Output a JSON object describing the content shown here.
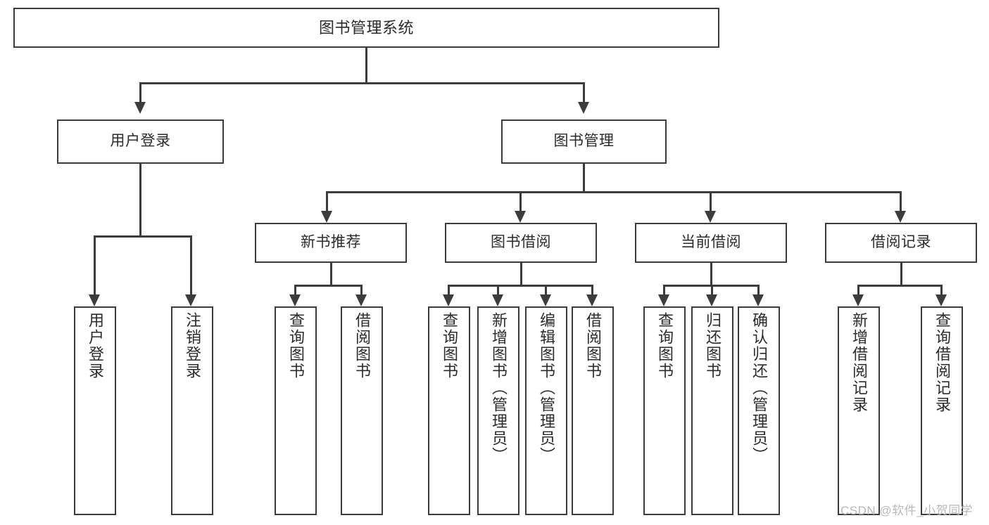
{
  "diagram": {
    "title": "图书管理系统",
    "watermark": "CSDN @软件_小贺同学",
    "colors": {
      "line": "#3c3c3c",
      "box_border": "#3c3c3c",
      "box_fill": "#ffffff",
      "text": "#2b2b2b",
      "watermark": "#b8b8b8",
      "background": "#ffffff"
    },
    "nodes": {
      "root": "图书管理系统",
      "level1": {
        "user_login": "用户登录",
        "book_manage": "图书管理"
      },
      "level2": {
        "new_book_rec": "新书推荐",
        "book_borrow": "图书借阅",
        "current_borrow": "当前借阅",
        "borrow_record": "借阅记录"
      },
      "leaves": {
        "user_login_1": "用户登录",
        "user_login_2": "注销登录",
        "new_book_rec_1": "查询图书",
        "new_book_rec_2": "借阅图书",
        "book_borrow_1": "查询图书",
        "book_borrow_2": "新增图书（管理员）",
        "book_borrow_3": "编辑图书（管理员）",
        "book_borrow_4": "借阅图书",
        "current_borrow_1": "查询图书",
        "current_borrow_2": "归还图书",
        "current_borrow_3": "确认归还（管理员）",
        "borrow_record_1": "新增借阅记录",
        "borrow_record_2": "查询借阅记录"
      }
    }
  },
  "chart_data": {
    "type": "tree-diagram",
    "title": "图书管理系统",
    "root": "图书管理系统",
    "tree": [
      {
        "label": "用户登录",
        "children": [
          {
            "label": "用户登录",
            "children": []
          },
          {
            "label": "注销登录",
            "children": []
          }
        ]
      },
      {
        "label": "图书管理",
        "children": [
          {
            "label": "新书推荐",
            "children": [
              {
                "label": "查询图书",
                "children": []
              },
              {
                "label": "借阅图书",
                "children": []
              }
            ]
          },
          {
            "label": "图书借阅",
            "children": [
              {
                "label": "查询图书",
                "children": []
              },
              {
                "label": "新增图书（管理员）",
                "children": []
              },
              {
                "label": "编辑图书（管理员）",
                "children": []
              },
              {
                "label": "借阅图书",
                "children": []
              }
            ]
          },
          {
            "label": "当前借阅",
            "children": [
              {
                "label": "查询图书",
                "children": []
              },
              {
                "label": "归还图书",
                "children": []
              },
              {
                "label": "确认归还（管理员）",
                "children": []
              }
            ]
          },
          {
            "label": "借阅记录",
            "children": [
              {
                "label": "新增借阅记录",
                "children": []
              },
              {
                "label": "查询借阅记录",
                "children": []
              }
            ]
          }
        ]
      }
    ]
  }
}
